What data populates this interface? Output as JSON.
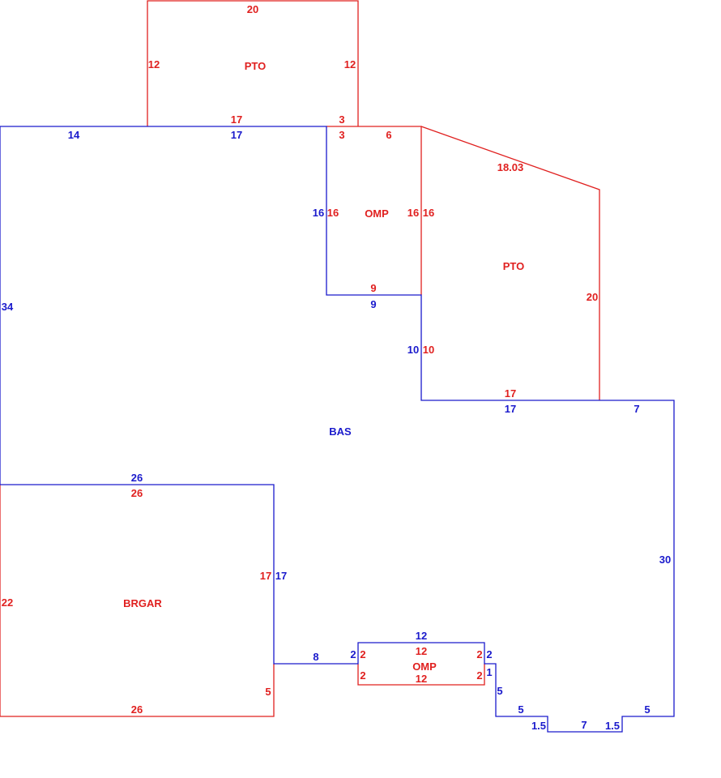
{
  "colors": {
    "main": "#1a1acc",
    "addition": "#e0201f"
  },
  "areas": {
    "bas": "BAS",
    "pto_top": "PTO",
    "omp_upper": "OMP",
    "pto_right": "PTO",
    "brgar": "BRGAR",
    "omp_lower": "OMP"
  },
  "dimensions": {
    "blue": {
      "bas_top_left": "14",
      "bas_top_mid": "17",
      "notch_left": "16",
      "notch_bottom": "9",
      "step_vertical": "10",
      "step_bottom": "17",
      "right_top": "7",
      "left_side": "34",
      "right_side": "30",
      "garage_top": "26",
      "garage_right": "17",
      "bottom_run": "8",
      "omp_jog_left": "2",
      "omp_top": "12",
      "omp_jog_right": "2",
      "small_drop": "1",
      "drop_5": "5",
      "base_left": "5",
      "bay_left": "1.5",
      "bay_bottom": "7",
      "bay_right": "1.5",
      "base_right": "5"
    },
    "red": {
      "pto_top": "20",
      "pto_left": "12",
      "pto_right": "12",
      "pto_bottom": "17",
      "pto_corner_upper": "3",
      "pto_corner_lower": "3",
      "omp_top": "6",
      "omp_left": "16",
      "omp_right": "16",
      "omp_bottom": "9",
      "pto2_left": "16",
      "pto2_slope": "18.03",
      "pto2_right": "20",
      "pto2_step": "10",
      "pto2_bottom": "17",
      "garage_top": "26",
      "garage_left": "22",
      "garage_right": "17",
      "garage_lower_right": "5",
      "garage_bottom": "26",
      "omp2_left_top": "2",
      "omp2_top": "12",
      "omp2_right_top": "2",
      "omp2_left_bottom": "2",
      "omp2_right_bottom": "2",
      "omp2_bottom": "12"
    }
  }
}
